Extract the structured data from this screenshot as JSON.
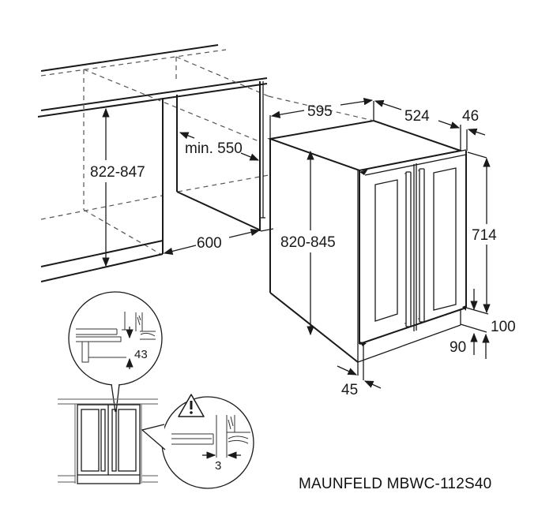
{
  "title": "MAUNFELD MBWC-112S40",
  "niche": {
    "height": "822-847",
    "depth_min": "min. 550",
    "width": "600"
  },
  "appliance": {
    "width": "595",
    "depth": "524",
    "door_depth": "46",
    "height": "820-845",
    "door_height": "714",
    "plinth_top": "100",
    "plinth_bottom": "90",
    "side_gap": "45"
  },
  "detail_top": {
    "dimension": "43"
  },
  "detail_side": {
    "dimension": "3",
    "warning_icon": "warning-triangle-icon"
  },
  "colors": {
    "line": "#1a1a1a",
    "dashed": "#555555",
    "background": "#ffffff"
  }
}
